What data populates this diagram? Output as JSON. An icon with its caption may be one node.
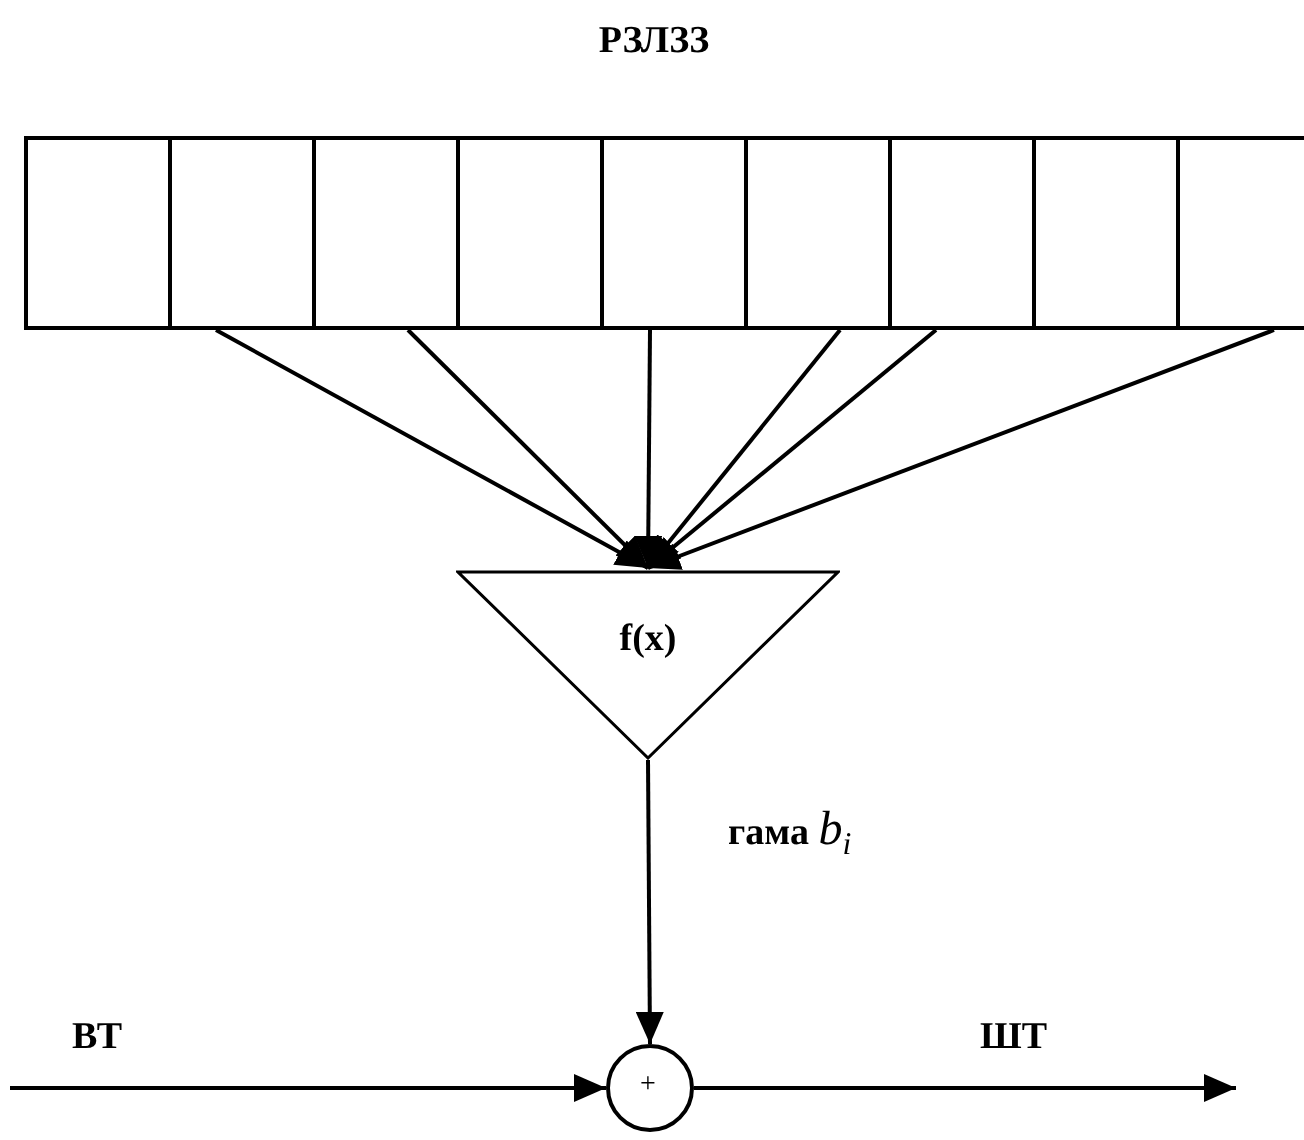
{
  "diagram": {
    "nodes": [
      {
        "text": [
          "РЗЛЗЗ"
        ]
      },
      {
        "text": [],
        "shape": "box",
        "in": 0
      },
      {
        "text": [],
        "shape": "box",
        "in": 0
      },
      {
        "text": [],
        "shape": "box",
        "in": 0
      },
      {
        "text": [],
        "shape": "box",
        "in": 0
      },
      {
        "text": [],
        "shape": "box",
        "in": 0
      },
      {
        "text": [],
        "shape": "box",
        "in": 0
      },
      {
        "text": [],
        "shape": "box",
        "in": 0
      },
      {
        "text": [],
        "shape": "box",
        "in": 0
      },
      {
        "text": [],
        "shape": "box",
        "in": 0
      },
      {
        "text": [
          "f(x)"
        ]
      },
      {
        "text": [
          "+"
        ]
      }
    ],
    "edges": [
      {
        "from": 2,
        "to": 10,
        "arrow": "to"
      },
      {
        "from": 3,
        "to": 10,
        "arrow": "to"
      },
      {
        "from": 5,
        "to": 10,
        "arrow": "to"
      },
      {
        "from": 6,
        "to": 10,
        "arrow": "to"
      },
      {
        "from": 7,
        "to": 10,
        "arrow": "to"
      },
      {
        "from": 9,
        "to": 10,
        "arrow": "to"
      },
      {
        "from": 10,
        "to": 11,
        "arrow": "to",
        "label": "гама *b*$_{i}$"
      },
      {
        "from": null,
        "to": 11,
        "arrow": "to",
        "label": "ВТ"
      },
      {
        "from": 11,
        "to": null,
        "arrow": "to",
        "label": "ШТ"
      }
    ]
  }
}
